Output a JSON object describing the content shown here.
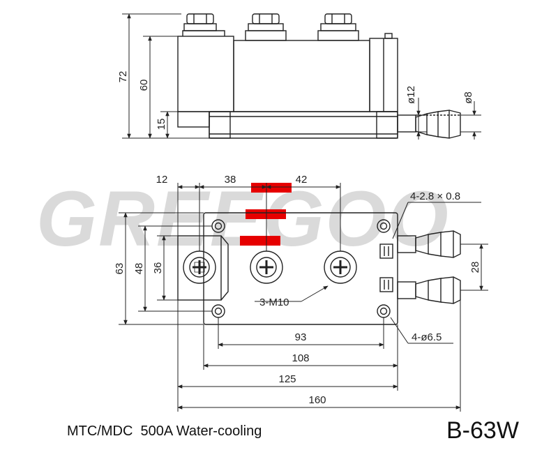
{
  "watermark": {
    "text": "GREEGOO",
    "colors": {
      "letters": "#d8d8d8",
      "accent": "#e60000"
    }
  },
  "side_view": {
    "dims": {
      "height_total": "72",
      "height_body": "60",
      "height_base": "15",
      "pipe_outer": "ø12",
      "pipe_inner": "ø8"
    }
  },
  "top_view": {
    "dims": {
      "w12": "12",
      "w38": "38",
      "w42": "42",
      "h63": "63",
      "h48": "48",
      "h36": "36",
      "h28": "28",
      "w93": "93",
      "w108": "108",
      "w125": "125",
      "w160": "160"
    },
    "callouts": {
      "terminals": "3-M10",
      "slots": "4-2.8 × 0.8",
      "holes": "4-ø6.5"
    }
  },
  "caption": "MTC/MDC  500A Water-cooling",
  "model": "B-63W",
  "colors": {
    "line": "#222222",
    "bg": "#ffffff"
  }
}
